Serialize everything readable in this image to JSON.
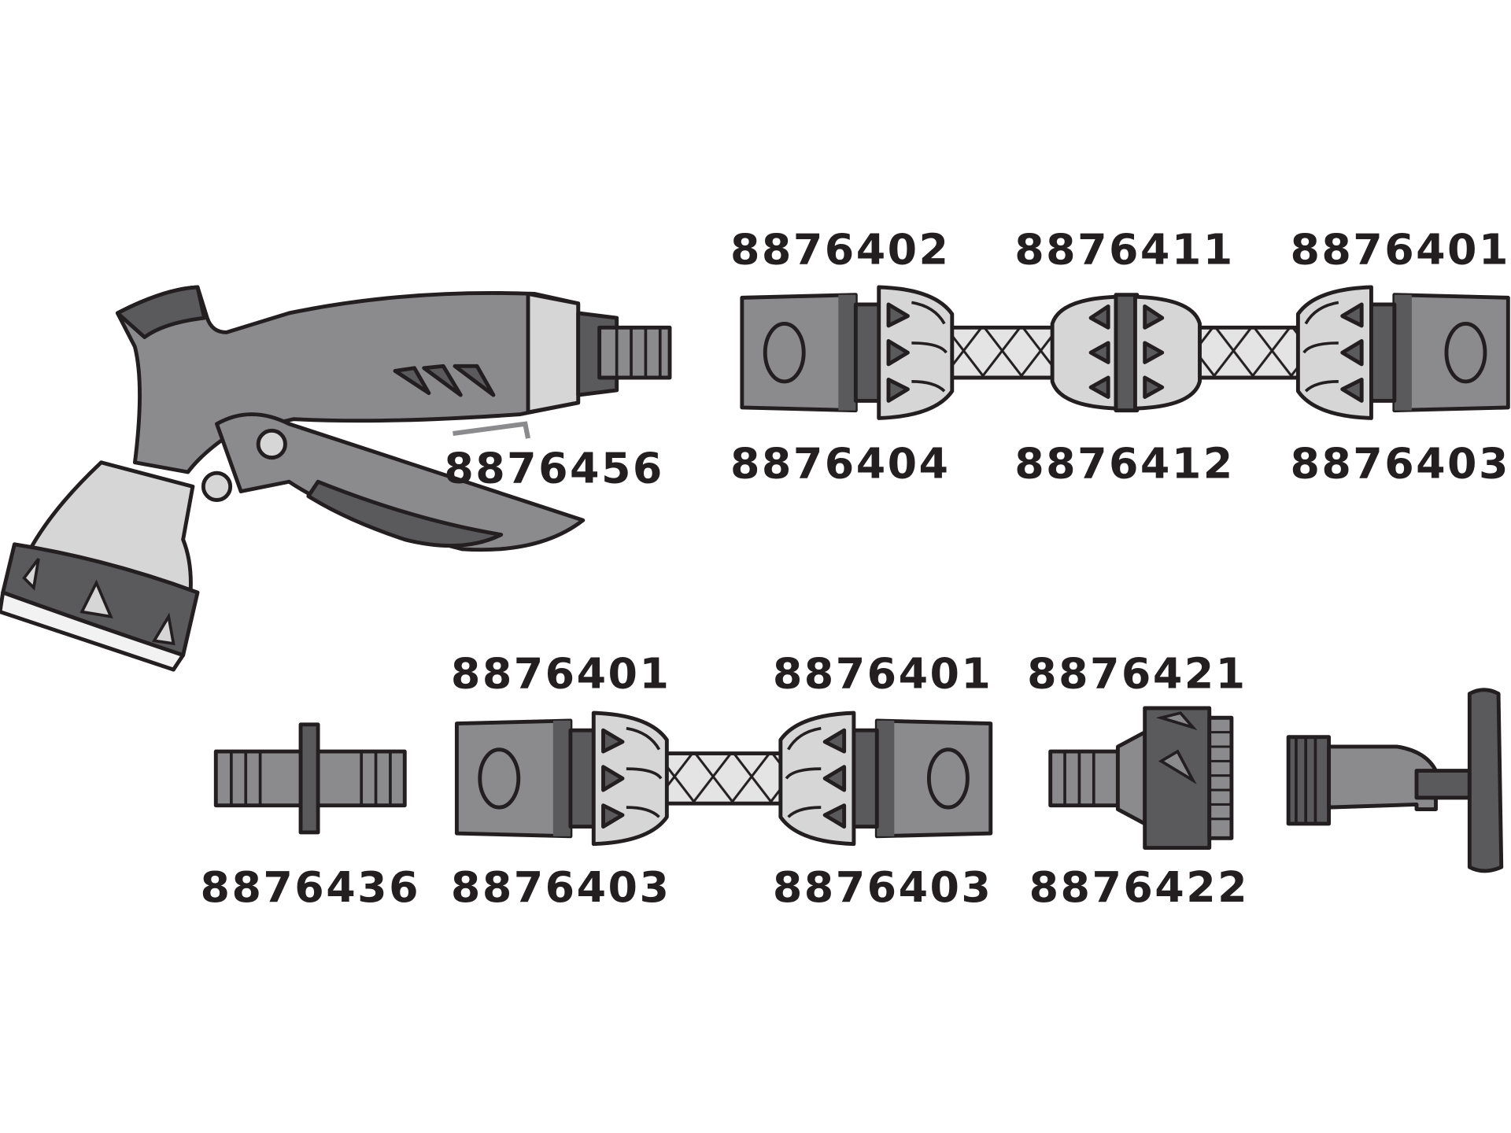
{
  "colors": {
    "outline": "#231f20",
    "dark": "#5a5a5c",
    "mid": "#8b8b8d",
    "light": "#d6d6d7",
    "white": "#f2f2f2"
  },
  "labels": {
    "spray_gun": "8876456",
    "top_left_top": "8876402",
    "top_mid_top": "8876411",
    "top_right_top": "8876401",
    "top_left_bottom": "8876404",
    "top_mid_bottom": "8876412",
    "top_right_bottom": "8876403",
    "bottom_conn1_top": "8876401",
    "bottom_conn2_top": "8876401",
    "tap_adapter_top": "8876421",
    "double_male": "8876436",
    "bottom_conn1_bottom": "8876403",
    "bottom_conn2_bottom": "8876403",
    "tap_adapter_bottom": "8876422"
  }
}
